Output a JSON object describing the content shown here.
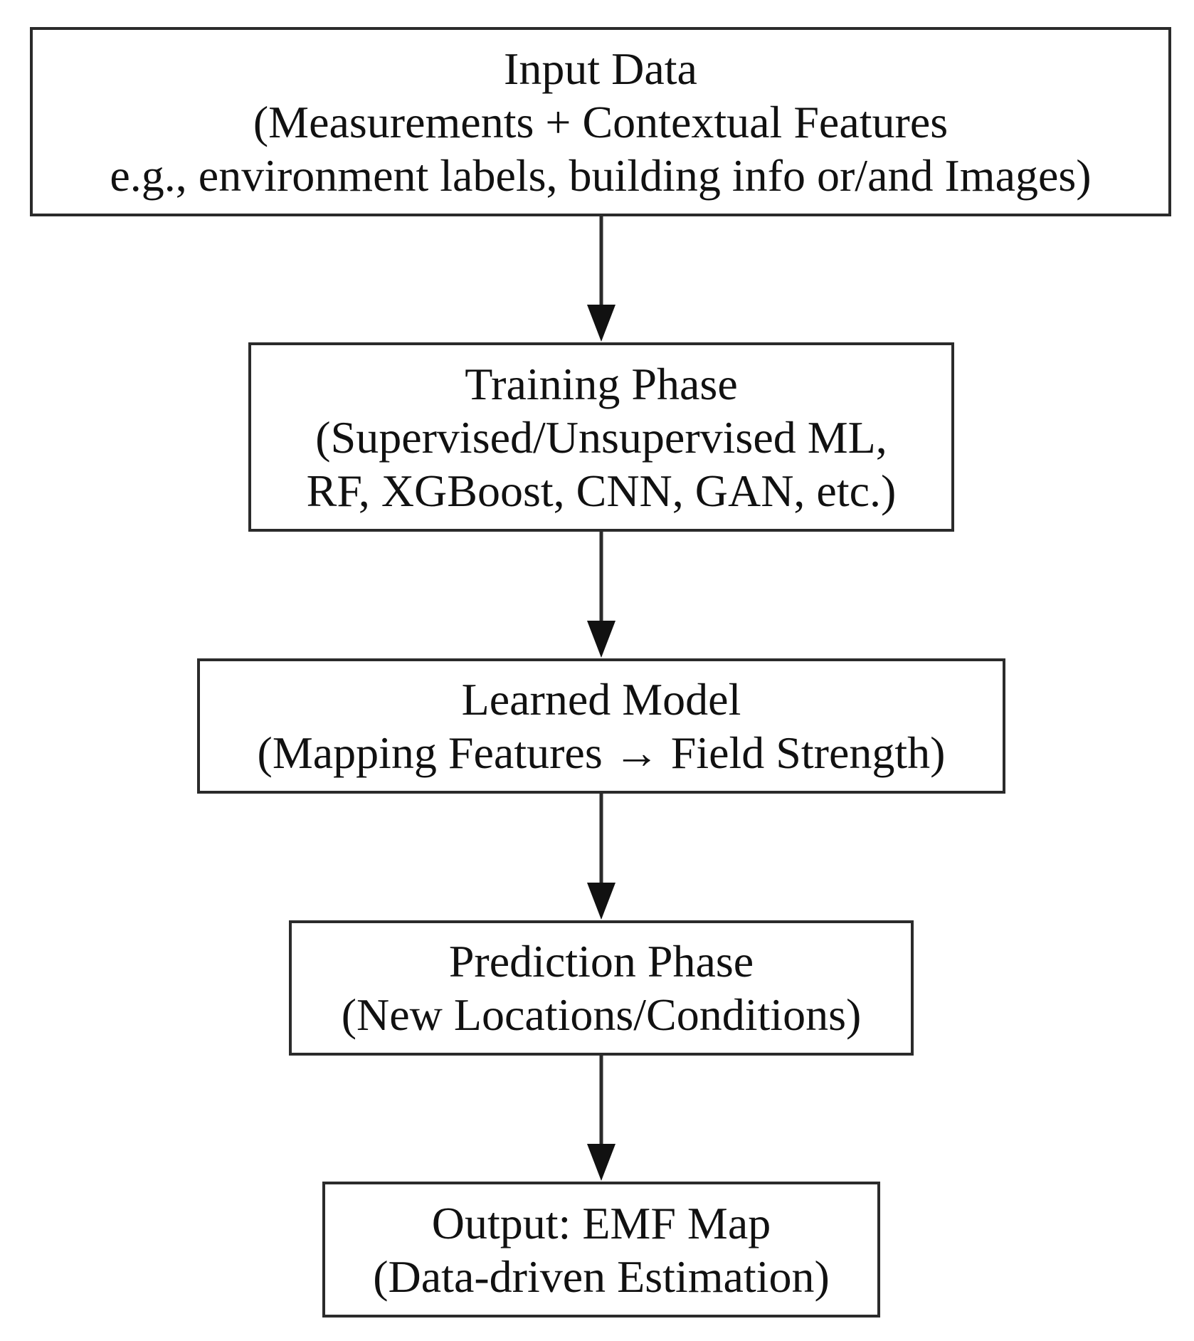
{
  "nodes": [
    {
      "id": "input",
      "lines": [
        "Input Data",
        "(Measurements + Contextual Features",
        "e.g., environment labels, building info or/and Images)"
      ]
    },
    {
      "id": "training",
      "lines": [
        "Training Phase",
        "(Supervised/Unsupervised ML,",
        "RF, XGBoost, CNN, GAN, etc.)"
      ]
    },
    {
      "id": "learned",
      "lines": [
        "Learned Model",
        "(Mapping Features → Field Strength)"
      ]
    },
    {
      "id": "prediction",
      "lines": [
        "Prediction Phase",
        "(New Locations/Conditions)"
      ]
    },
    {
      "id": "output",
      "lines": [
        "Output: EMF Map",
        "(Data-driven Estimation)"
      ]
    }
  ],
  "edges": [
    {
      "from": "input",
      "to": "training"
    },
    {
      "from": "training",
      "to": "learned"
    },
    {
      "from": "learned",
      "to": "prediction"
    },
    {
      "from": "prediction",
      "to": "output"
    }
  ],
  "colors": {
    "stroke": "#2b2b2b",
    "text": "#111111",
    "background": "#ffffff"
  }
}
